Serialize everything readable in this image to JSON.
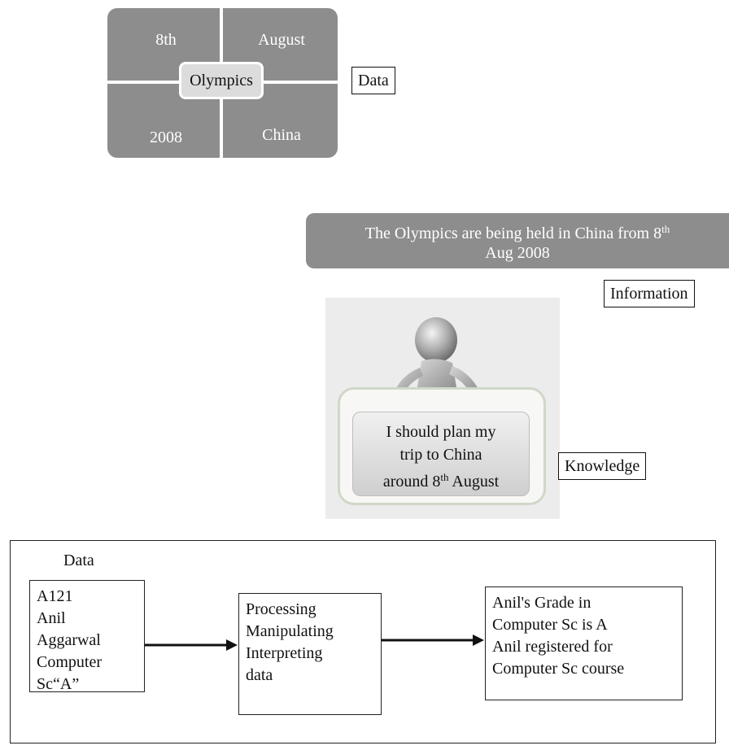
{
  "data_section": {
    "cells": {
      "top_left": "8th",
      "top_right": "August",
      "bottom_left": "2008",
      "bottom_right": "China"
    },
    "center": "Olympics",
    "label": "Data"
  },
  "information_section": {
    "text": "The Olympics are being held in China from 8",
    "sup": "th",
    "text_end": "Aug 2008",
    "label": "Information"
  },
  "knowledge_section": {
    "line1": "I should plan my",
    "line2": "trip to China",
    "line3_start": "around 8",
    "line3_sup": "th",
    "line3_end": " August",
    "label": "Knowledge"
  },
  "process_diagram": {
    "title": "Data",
    "input_lines": [
      "A121",
      "Anil",
      "Aggarwal",
      "Computer",
      "Sc“A”"
    ],
    "process_lines": [
      "Processing",
      "Manipulating",
      "Interpreting",
      "data"
    ],
    "output_lines": [
      "Anil's Grade in",
      "Computer Sc is A",
      "Anil registered for",
      "Computer Sc course"
    ]
  },
  "colors": {
    "panel_gray": "#8d8d8e",
    "text": "#111111",
    "frame": "#222222"
  }
}
